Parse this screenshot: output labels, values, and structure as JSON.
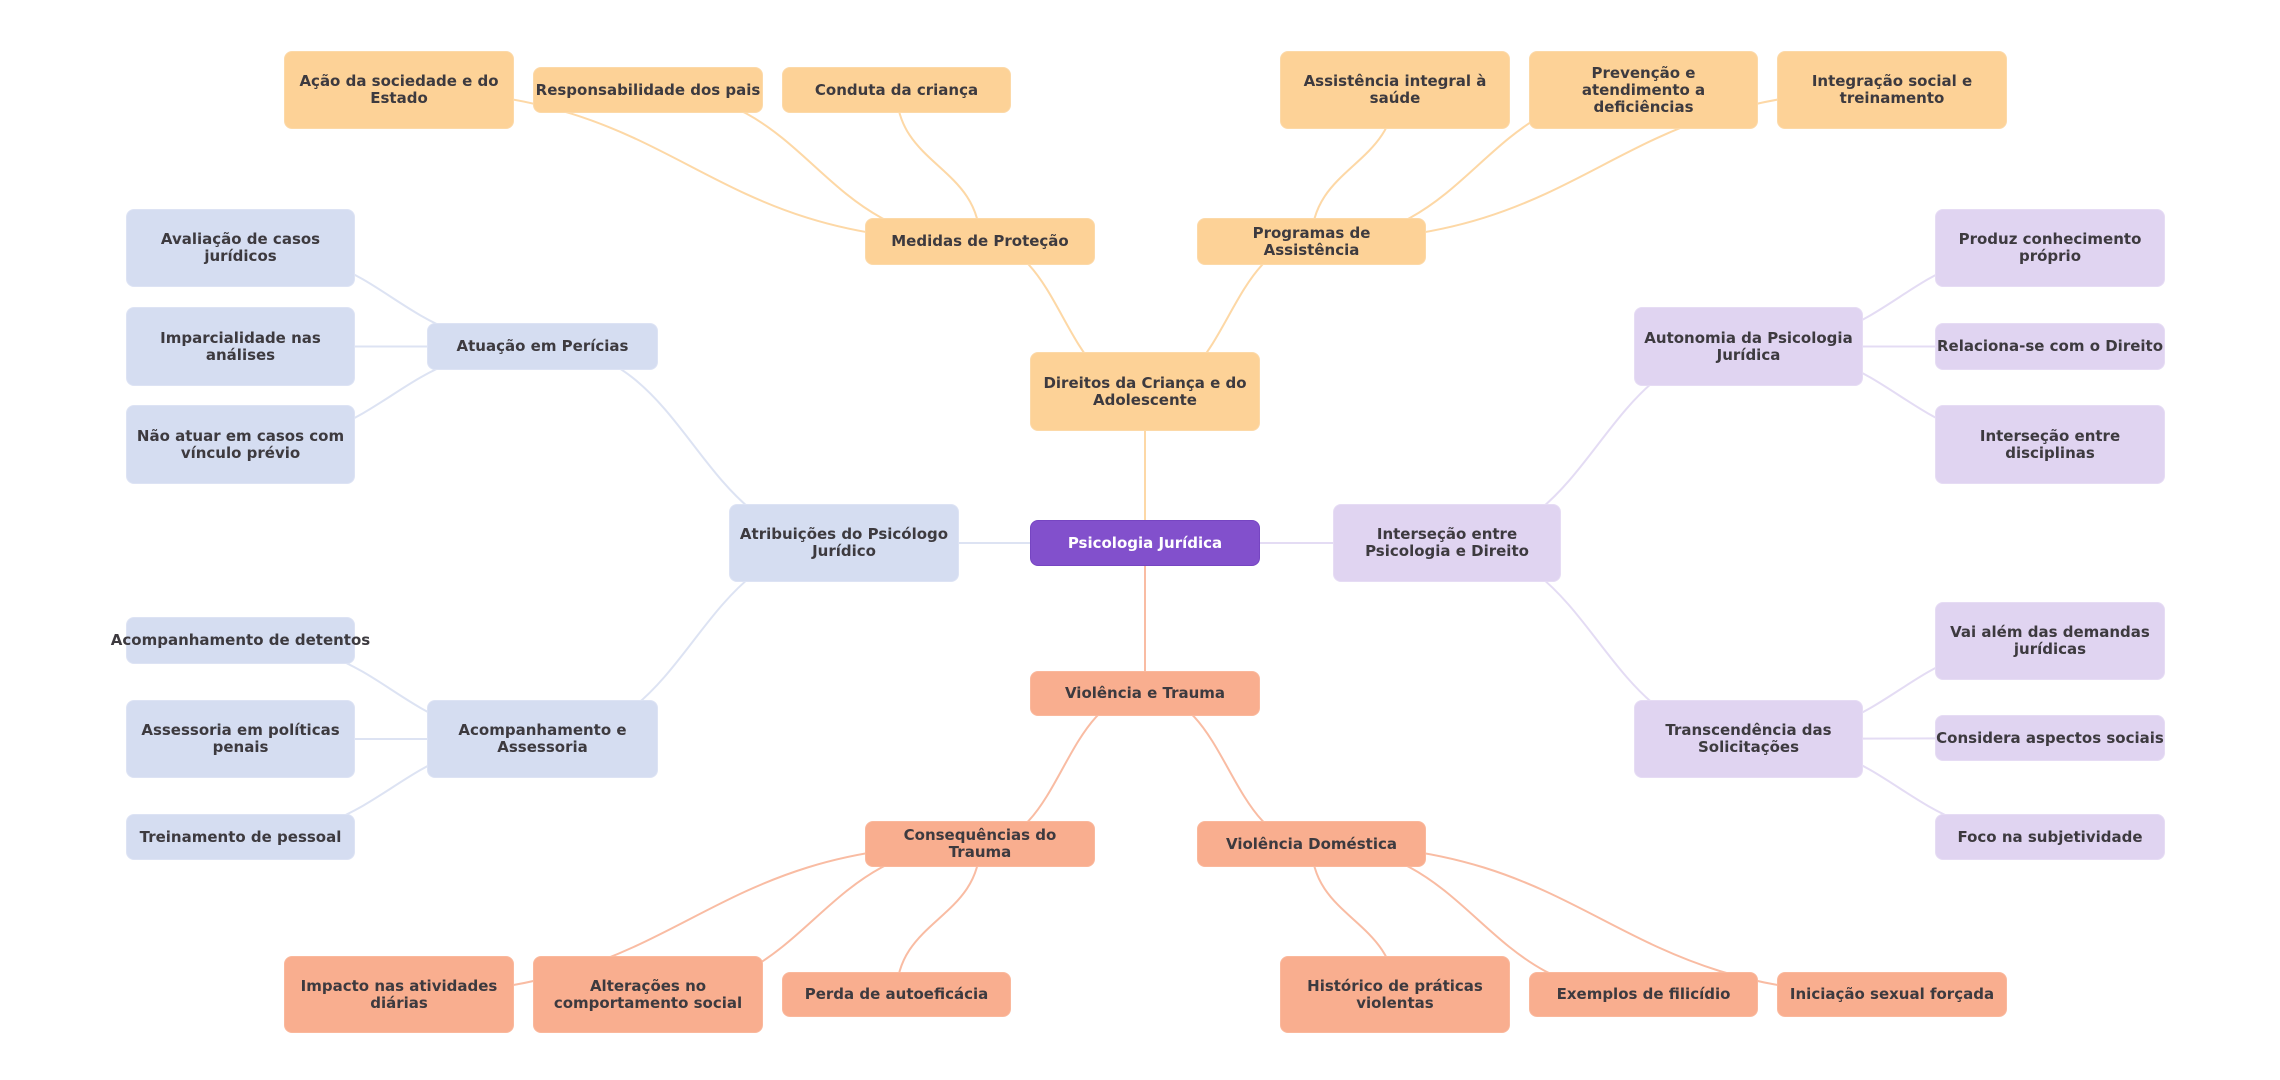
{
  "title": "Psicologia Jurídica",
  "colors": {
    "root": "#8250cc",
    "yellow": "#fdd297",
    "salmon": "#f9ae8f",
    "blue": "#d5ddf1",
    "lilac": "#e0d4f1",
    "edge_yellow": "#fdd8a6",
    "edge_salmon": "#f9bca3",
    "edge_blue": "#dde3f3",
    "edge_lilac": "#e4dcf4"
  },
  "nodes": {
    "root": "Psicologia Jurídica",
    "direitos": "Direitos da Criança e do Adolescente",
    "medidas": "Medidas de Proteção",
    "programas": "Programas de Assistência",
    "acao": "Ação da sociedade e do Estado",
    "responsabilidade": "Responsabilidade dos pais",
    "conduta": "Conduta da criança",
    "assistencia": "Assistência integral à saúde",
    "prevencao": "Prevenção e atendimento a deficiências",
    "integracao": "Integração social e treinamento",
    "atribuicoes": "Atribuições do Psicólogo Jurídico",
    "atuacao": "Atuação em Perícias",
    "avaliacao": "Avaliação de casos jurídicos",
    "imparcialidade": "Imparcialidade nas análises",
    "nao_atuar": "Não atuar em casos com vínculo prévio",
    "acompanhamento": "Acompanhamento e Assessoria",
    "detentos": "Acompanhamento de detentos",
    "assessoria": "Assessoria em políticas penais",
    "treinamento": "Treinamento de pessoal",
    "intersecao": "Interseção entre Psicologia e Direito",
    "autonomia": "Autonomia da Psicologia Jurídica",
    "produz": "Produz conhecimento próprio",
    "relaciona": "Relaciona-se com o Direito",
    "disciplinas": "Interseção entre disciplinas",
    "transcendencia": "Transcendência das Solicitações",
    "vai_alem": "Vai além das demandas jurídicas",
    "considera": "Considera aspectos sociais",
    "foco": "Foco na subjetividade",
    "violencia": "Violência e Trauma",
    "consequencias": "Consequências do Trauma",
    "domestica": "Violência Doméstica",
    "impacto": "Impacto nas atividades diárias",
    "alteracoes": "Alterações no comportamento social",
    "perda": "Perda de autoeficácia",
    "historico": "Histórico de práticas violentas",
    "exemplos": "Exemplos de filicídio",
    "iniciacao": "Iniciação sexual forçada"
  },
  "edges": [
    [
      "root",
      "direitos",
      "yellow"
    ],
    [
      "direitos",
      "medidas",
      "yellow"
    ],
    [
      "direitos",
      "programas",
      "yellow"
    ],
    [
      "medidas",
      "acao",
      "yellow"
    ],
    [
      "medidas",
      "responsabilidade",
      "yellow"
    ],
    [
      "medidas",
      "conduta",
      "yellow"
    ],
    [
      "programas",
      "assistencia",
      "yellow"
    ],
    [
      "programas",
      "prevencao",
      "yellow"
    ],
    [
      "programas",
      "integracao",
      "yellow"
    ],
    [
      "root",
      "atribuicoes",
      "blue"
    ],
    [
      "atribuicoes",
      "atuacao",
      "blue"
    ],
    [
      "atribuicoes",
      "acompanhamento",
      "blue"
    ],
    [
      "atuacao",
      "avaliacao",
      "blue"
    ],
    [
      "atuacao",
      "imparcialidade",
      "blue"
    ],
    [
      "atuacao",
      "nao_atuar",
      "blue"
    ],
    [
      "acompanhamento",
      "detentos",
      "blue"
    ],
    [
      "acompanhamento",
      "assessoria",
      "blue"
    ],
    [
      "acompanhamento",
      "treinamento",
      "blue"
    ],
    [
      "root",
      "intersecao",
      "lilac"
    ],
    [
      "intersecao",
      "autonomia",
      "lilac"
    ],
    [
      "intersecao",
      "transcendencia",
      "lilac"
    ],
    [
      "autonomia",
      "produz",
      "lilac"
    ],
    [
      "autonomia",
      "relaciona",
      "lilac"
    ],
    [
      "autonomia",
      "disciplinas",
      "lilac"
    ],
    [
      "transcendencia",
      "vai_alem",
      "lilac"
    ],
    [
      "transcendencia",
      "considera",
      "lilac"
    ],
    [
      "transcendencia",
      "foco",
      "lilac"
    ],
    [
      "root",
      "violencia",
      "salmon"
    ],
    [
      "violencia",
      "consequencias",
      "salmon"
    ],
    [
      "violencia",
      "domestica",
      "salmon"
    ],
    [
      "consequencias",
      "impacto",
      "salmon"
    ],
    [
      "consequencias",
      "alteracoes",
      "salmon"
    ],
    [
      "consequencias",
      "perda",
      "salmon"
    ],
    [
      "domestica",
      "historico",
      "salmon"
    ],
    [
      "domestica",
      "exemplos",
      "salmon"
    ],
    [
      "domestica",
      "iniciacao",
      "salmon"
    ]
  ]
}
